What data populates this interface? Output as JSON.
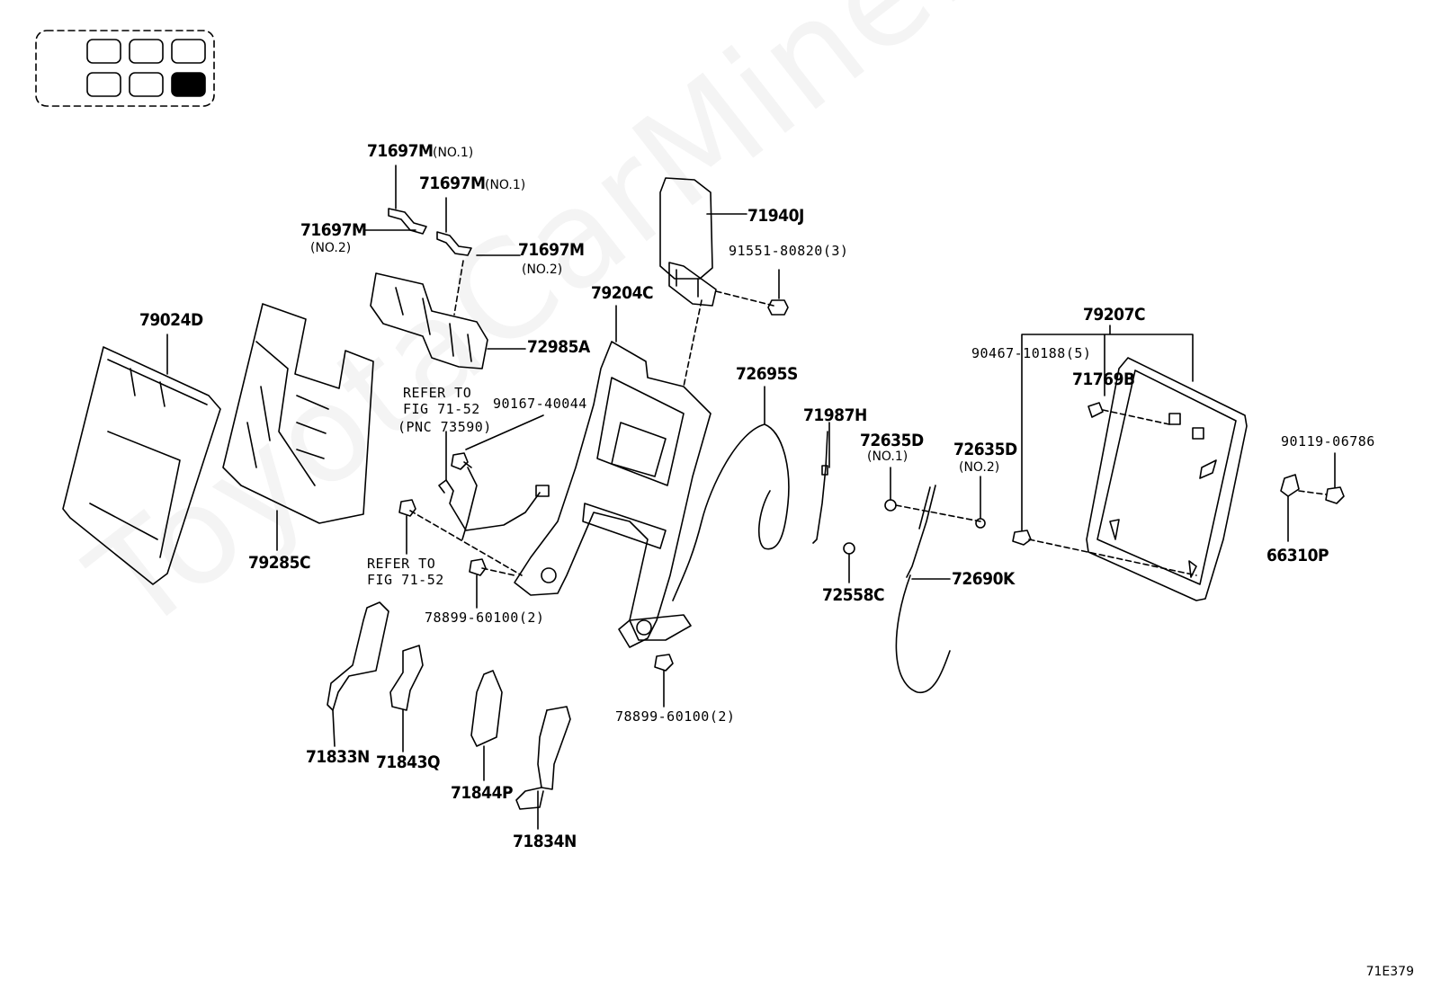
{
  "watermark": "ToyotaCarMine.ru",
  "figure_code": "71E379",
  "labels": {
    "p71697M_a": "71697M",
    "p71697M_a_sub": "(NO.1)",
    "p71697M_b": "71697M",
    "p71697M_b_sub": "(NO.1)",
    "p71697M_c": "71697M",
    "p71697M_c_sub": "(NO.2)",
    "p71697M_d": "71697M",
    "p71697M_d_sub": "(NO.2)",
    "p71940J": "71940J",
    "p91551": "91551-80820(3)",
    "p79204C": "79204C",
    "p72985A": "72985A",
    "p79024D": "79024D",
    "p79285C": "79285C",
    "ref1_line1": "REFER TO",
    "ref1_line2": "FIG 71-52",
    "ref1_line3": "(PNC 73590)",
    "p90167": "90167-40044",
    "ref2_line1": "REFER TO",
    "ref2_line2": "FIG 71-52",
    "p78899_a": "78899-60100(2)",
    "p78899_b": "78899-60100(2)",
    "p72695S": "72695S",
    "p71987H": "71987H",
    "p72635D_a": "72635D",
    "p72635D_a_sub": "(NO.1)",
    "p72635D_b": "72635D",
    "p72635D_b_sub": "(NO.2)",
    "p72558C": "72558C",
    "p72690K": "72690K",
    "p79207C": "79207C",
    "p90467": "90467-10188(5)",
    "p71769B": "71769B",
    "p90119": "90119-06786",
    "p66310P": "66310P",
    "p71833N": "71833N",
    "p71843Q": "71843Q",
    "p71844P": "71844P",
    "p71834N": "71834N"
  }
}
